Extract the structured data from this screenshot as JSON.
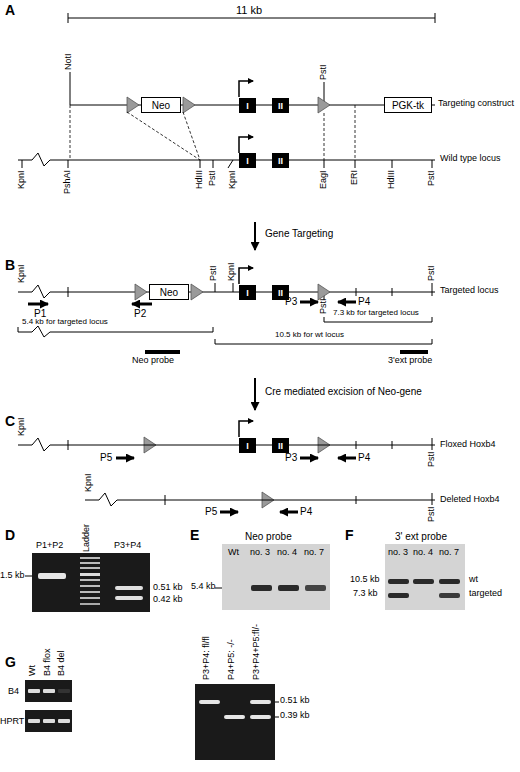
{
  "diagram": {
    "nodes": [
      {
        "text": [
          "Neo"
        ]
      },
      {
        "text": [
          "I"
        ]
      },
      {
        "text": [
          "II"
        ]
      },
      {
        "text": [
          "PGK-tk"
        ]
      },
      {
        "text": [
          "I"
        ]
      },
      {
        "text": [
          "II"
        ]
      },
      {
        "text": [
          "Neo"
        ]
      },
      {
        "text": [
          "I"
        ]
      },
      {
        "text": [
          "II"
        ]
      },
      {
        "text": [
          "I"
        ]
      },
      {
        "text": [
          "II"
        ]
      }
    ],
    "labels": [
      "A",
      "11 kb",
      "NotI",
      "PstI",
      "Targeting construct",
      "Wild type locus",
      "KpnI",
      "PshAI",
      "HdIII",
      "PstI",
      "KpnI",
      "EagI",
      "ERI",
      "HdIII",
      "PstI",
      "Gene Targeting",
      "B",
      "Targeted locus",
      "KpnI",
      "PstI",
      "KpnI",
      "P1",
      "P2",
      "P3",
      "P4",
      "PstI",
      "PstI",
      "7.3 kb for targeted locus",
      "5.4 kb for targeted locus",
      "10.5 kb for wt locus",
      "Neo probe",
      "3'ext probe",
      "Cre mediated excision of Neo-gene",
      "C",
      "KpnI",
      "P5",
      "P3",
      "P4",
      "Floxed Hoxb4",
      "PstI",
      "KpnI",
      "P5",
      "P4",
      "PstI",
      "Deleted Hoxb4",
      "D",
      "P1+P2",
      "Ladder",
      "P3+P4",
      "1.5 kb",
      "0.51 kb",
      "0.42 kb",
      "E",
      "Neo probe",
      "Wt",
      "no. 3",
      "no. 4",
      "no. 7",
      "5.4 kb",
      "F",
      "3' ext probe",
      "no. 3",
      "no. 4",
      "no. 7",
      "10.5 kb",
      "7.3 kb",
      "wt",
      "targeted",
      "G",
      "Wt",
      "B4 flox",
      "B4 del",
      "B4",
      "HPRT",
      "P3+P4: fl/fl",
      "P4+P5: -/-",
      "P3+P4+P5:fl/-",
      "0.51 kb",
      "0.39 kb"
    ]
  }
}
